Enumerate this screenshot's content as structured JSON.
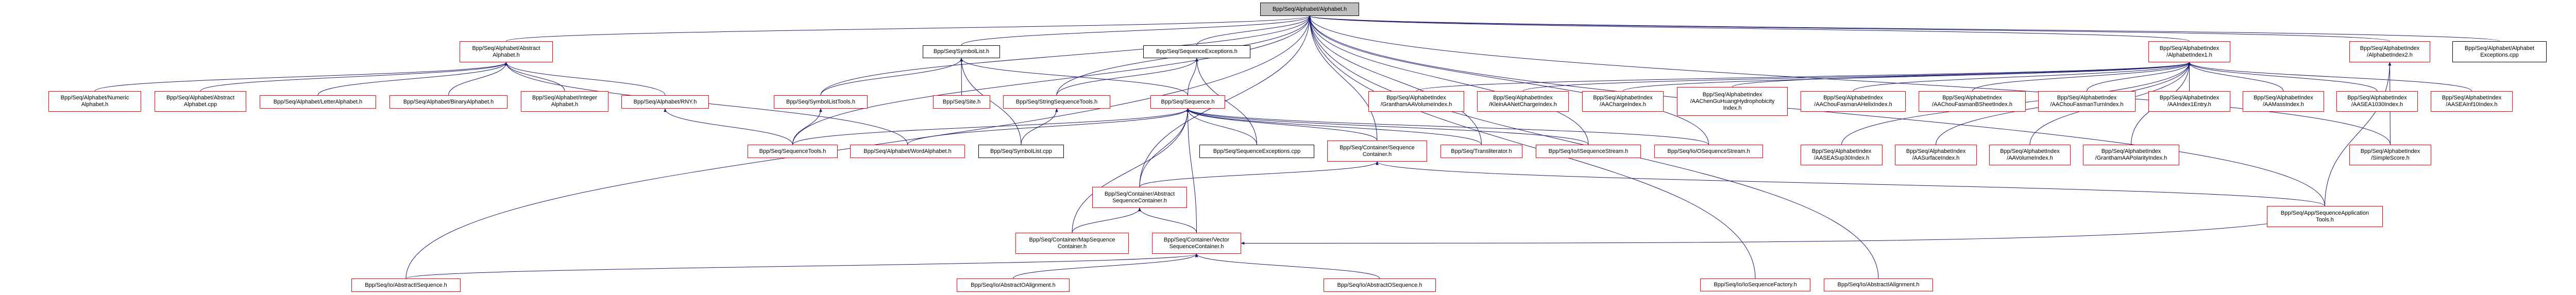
{
  "colors": {
    "edge": "#191970",
    "truncated_border": "#ff0000",
    "normal_border": "#000000",
    "root_fill": "#bfbfbf"
  },
  "graph": {
    "nodes": [
      {
        "label": "Bpp/Seq/Alphabet/Alphabet.h",
        "style": "root"
      },
      {
        "label": "Bpp/Seq/Alphabet/Abstract\nAlphabet.h",
        "style": "black"
      },
      {
        "label": "Bpp/Seq/Alphabet/Numeric\nAlphabet.h",
        "style": "red"
      },
      {
        "label": "Bpp/Seq/Alphabet/Abstract\nAlphabet.cpp",
        "style": "black"
      },
      {
        "label": "Bpp/Seq/Alphabet/LetterAlphabet.h",
        "style": "red"
      },
      {
        "label": "Bpp/Seq/Alphabet/BinaryAlphabet.h",
        "style": "red"
      },
      {
        "label": "Bpp/Seq/Alphabet/Integer\nAlphabet.h",
        "style": "red"
      },
      {
        "label": "Bpp/Seq/Alphabet/RNY.h",
        "style": "red"
      },
      {
        "label": "Bpp/Seq/SymbolListTools.h",
        "style": "red"
      },
      {
        "label": "Bpp/Seq/SequenceTools.h",
        "style": "red"
      },
      {
        "label": "Bpp/Seq/Alphabet/WordAlphabet.h",
        "style": "red"
      },
      {
        "label": "Bpp/Seq/Io/AbstractISequence.h",
        "style": "red"
      },
      {
        "label": "Bpp/Seq/SymbolList.h",
        "style": "black"
      },
      {
        "label": "Bpp/Seq/SequenceExceptions.h",
        "style": "black"
      },
      {
        "label": "Bpp/Seq/Site.h",
        "style": "red"
      },
      {
        "label": "Bpp/Seq/StringSequenceTools.h",
        "style": "red"
      },
      {
        "label": "Bpp/Seq/Sequence.h",
        "style": "red"
      },
      {
        "label": "Bpp/Seq/SymbolList.cpp",
        "style": "black"
      },
      {
        "label": "Bpp/Seq/SequenceExceptions.cpp",
        "style": "black"
      },
      {
        "label": "Bpp/Seq/Container/Sequence\nContainer.h",
        "style": "red"
      },
      {
        "label": "Bpp/Seq/Transliterator.h",
        "style": "red"
      },
      {
        "label": "Bpp/Seq/Io/ISequenceStream.h",
        "style": "red"
      },
      {
        "label": "Bpp/Seq/Io/OSequenceStream.h",
        "style": "red"
      },
      {
        "label": "Bpp/Seq/AlphabetIndex\n/GranthamAAVolumeIndex.h",
        "style": "red"
      },
      {
        "label": "Bpp/Seq/AlphabetIndex\n/KleinAANetChargeIndex.h",
        "style": "red"
      },
      {
        "label": "Bpp/Seq/AlphabetIndex\n/AAChargeIndex.h",
        "style": "red"
      },
      {
        "label": "Bpp/Seq/AlphabetIndex\n/AAChenGuHuangHydrophobicity\nIndex.h",
        "style": "red"
      },
      {
        "label": "Bpp/Seq/Container/Abstract\nSequenceContainer.h",
        "style": "red"
      },
      {
        "label": "Bpp/Seq/Container/MapSequence\nContainer.h",
        "style": "red"
      },
      {
        "label": "Bpp/Seq/Container/Vector\nSequenceContainer.h",
        "style": "red"
      },
      {
        "label": "Bpp/Seq/Io/AbstractOAlignment.h",
        "style": "red"
      },
      {
        "label": "Bpp/Seq/Io/AbstractOSequence.h",
        "style": "red"
      },
      {
        "label": "Bpp/Seq/AlphabetIndex\n/AlphabetIndex1.h",
        "style": "red"
      },
      {
        "label": "Bpp/Seq/AlphabetIndex\n/AAChouFasmanAHelixIndex.h",
        "style": "red"
      },
      {
        "label": "Bpp/Seq/AlphabetIndex\n/AAChouFasmanBSheetIndex.h",
        "style": "red"
      },
      {
        "label": "Bpp/Seq/AlphabetIndex\n/AAChouFasmanTurnIndex.h",
        "style": "red"
      },
      {
        "label": "Bpp/Seq/AlphabetIndex\n/AAIndex1Entry.h",
        "style": "red"
      },
      {
        "label": "Bpp/Seq/AlphabetIndex\n/AAMassIndex.h",
        "style": "red"
      },
      {
        "label": "Bpp/Seq/AlphabetIndex\n/AASEA1030Index.h",
        "style": "red"
      },
      {
        "label": "Bpp/Seq/AlphabetIndex\n/AASEAInf10Index.h",
        "style": "red"
      },
      {
        "label": "Bpp/Seq/AlphabetIndex\n/AASEASup30Index.h",
        "style": "red"
      },
      {
        "label": "Bpp/Seq/AlphabetIndex\n/AASurfaceIndex.h",
        "style": "red"
      },
      {
        "label": "Bpp/Seq/AlphabetIndex\n/AAVolumeIndex.h",
        "style": "red"
      },
      {
        "label": "Bpp/Seq/AlphabetIndex\n/GranthamAAPolarityIndex.h",
        "style": "red"
      },
      {
        "label": "Bpp/Seq/AlphabetIndex\n/AlphabetIndex2.h",
        "style": "red"
      },
      {
        "label": "Bpp/Seq/AlphabetIndex\n/SimpleScore.h",
        "style": "red"
      },
      {
        "label": "Bpp/Seq/Alphabet/Alphabet\nExceptions.cpp",
        "style": "black"
      },
      {
        "label": "Bpp/Seq/Io/IoSequenceFactory.h",
        "style": "red"
      },
      {
        "label": "Bpp/Seq/Io/AbstractIAlignment.h",
        "style": "red"
      },
      {
        "label": "Bpp/Seq/App/SequenceApplication\nTools.h",
        "style": "red"
      }
    ],
    "edges": [
      [
        1,
        0
      ],
      [
        12,
        0
      ],
      [
        13,
        0
      ],
      [
        32,
        0
      ],
      [
        44,
        0
      ],
      [
        46,
        0
      ],
      [
        47,
        0
      ],
      [
        48,
        0
      ],
      [
        19,
        0
      ],
      [
        20,
        0
      ],
      [
        21,
        0
      ],
      [
        22,
        0
      ],
      [
        9,
        0
      ],
      [
        15,
        0
      ],
      [
        8,
        0
      ],
      [
        27,
        0
      ],
      [
        11,
        0
      ],
      [
        45,
        0
      ],
      [
        49,
        0
      ],
      [
        2,
        1
      ],
      [
        3,
        1
      ],
      [
        4,
        1
      ],
      [
        5,
        1
      ],
      [
        6,
        1
      ],
      [
        7,
        1
      ],
      [
        10,
        1
      ],
      [
        9,
        7
      ],
      [
        9,
        8
      ],
      [
        8,
        12
      ],
      [
        14,
        12
      ],
      [
        17,
        12
      ],
      [
        16,
        12
      ],
      [
        15,
        13
      ],
      [
        16,
        13
      ],
      [
        18,
        13
      ],
      [
        17,
        15
      ],
      [
        9,
        16
      ],
      [
        10,
        16
      ],
      [
        18,
        16
      ],
      [
        19,
        16
      ],
      [
        20,
        16
      ],
      [
        21,
        16
      ],
      [
        22,
        16
      ],
      [
        27,
        16
      ],
      [
        28,
        16
      ],
      [
        29,
        16
      ],
      [
        27,
        19
      ],
      [
        49,
        19
      ],
      [
        28,
        27
      ],
      [
        29,
        27
      ],
      [
        30,
        29
      ],
      [
        31,
        29
      ],
      [
        11,
        29
      ],
      [
        49,
        29
      ],
      [
        23,
        32
      ],
      [
        24,
        32
      ],
      [
        25,
        32
      ],
      [
        26,
        32
      ],
      [
        33,
        32
      ],
      [
        34,
        32
      ],
      [
        35,
        32
      ],
      [
        36,
        32
      ],
      [
        37,
        32
      ],
      [
        38,
        32
      ],
      [
        39,
        32
      ],
      [
        40,
        32
      ],
      [
        41,
        32
      ],
      [
        42,
        32
      ],
      [
        43,
        32
      ],
      [
        45,
        44
      ],
      [
        49,
        44
      ]
    ]
  }
}
